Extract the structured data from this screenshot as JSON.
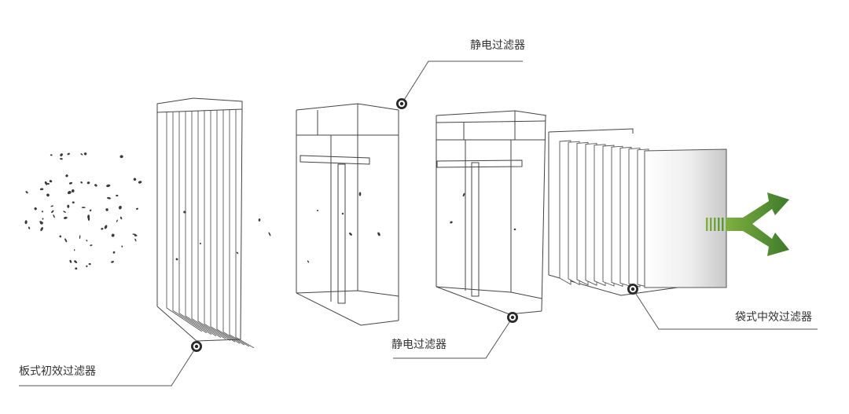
{
  "labels": {
    "plate_filter": "板式初效过滤器",
    "esp_filter_top": "静电过滤器",
    "esp_filter_bottom": "静电过滤器",
    "bag_filter": "袋式中效过滤器"
  },
  "colors": {
    "line": "#444444",
    "label_text": "#333333",
    "airflow_arrow": "#3e7a2b",
    "airflow_arrow_light": "#7fb03f"
  },
  "icons": {
    "airflow": "airflow-split-arrow-icon",
    "callout_marker": "target-dot-icon"
  }
}
